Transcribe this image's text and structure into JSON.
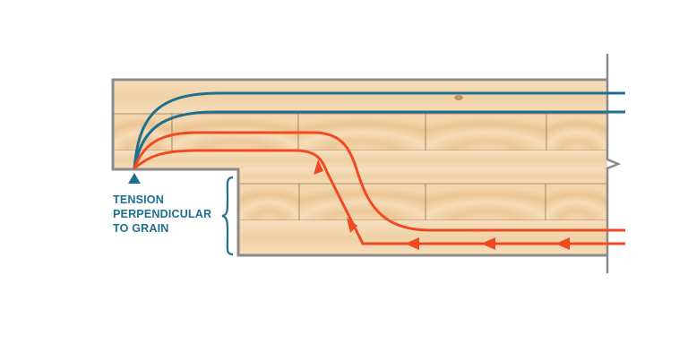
{
  "diagram": {
    "label_lines": [
      "TENSION",
      "PERPENDICULAR",
      "TO GRAIN"
    ],
    "colors": {
      "compression_flow": "#1f6f8f",
      "tension_flow": "#f04a23",
      "outline": "#8a8a8a",
      "wood": "#f1d4ab"
    },
    "icons": [
      "support-triangle-icon",
      "brace-icon",
      "break-line-icon",
      "arrowhead-icon"
    ]
  }
}
